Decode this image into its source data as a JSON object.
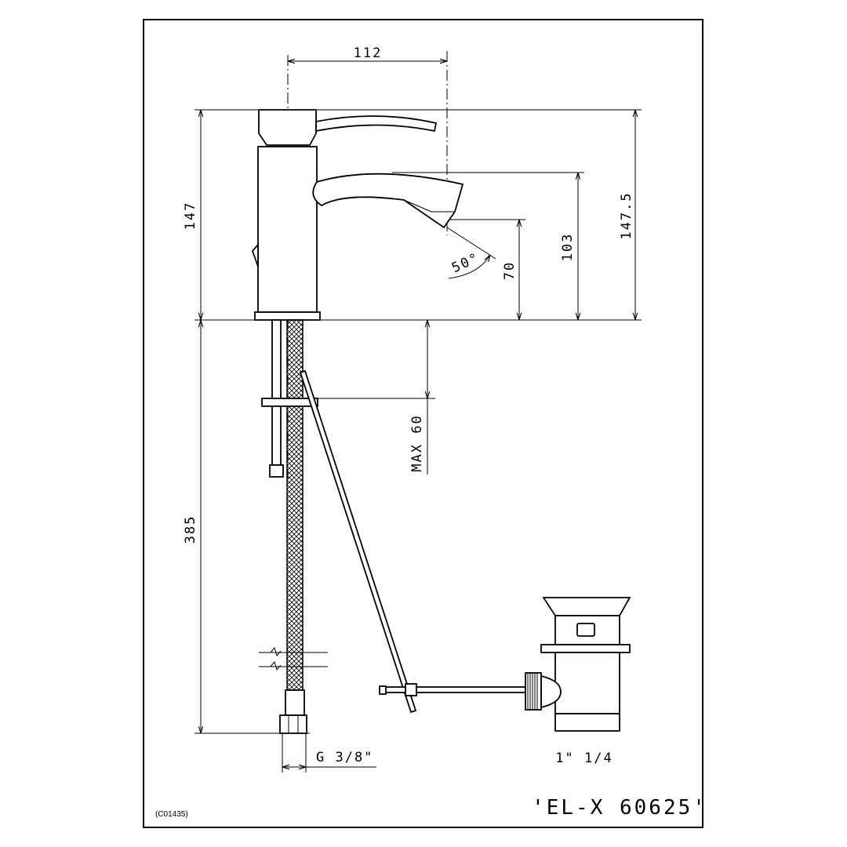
{
  "drawing": {
    "model": "'EL-X 60625'",
    "code": "(C01435)",
    "dimensions": {
      "spout_reach": "112",
      "body_height": "147",
      "total_height": "147.5",
      "spout_height": "103",
      "outlet_height": "70",
      "outlet_angle": "50°",
      "max_deck": "MAX 60",
      "hose_length": "385",
      "hose_thread": "G 3/8\"",
      "drain_size": "1\" 1/4"
    }
  }
}
